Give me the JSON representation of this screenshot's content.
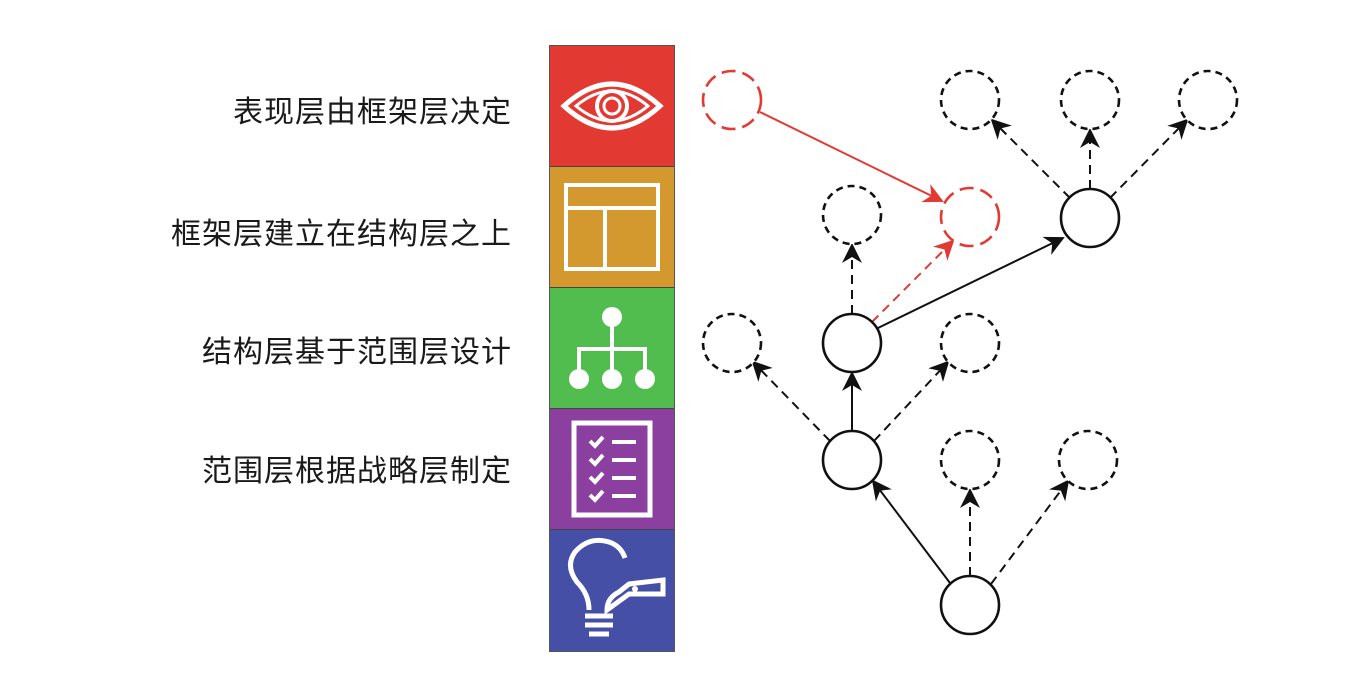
{
  "layers": [
    {
      "label": "表现层由框架层决定",
      "icon": "eye-icon",
      "color": "#e23a33"
    },
    {
      "label": "框架层建立在结构层之上",
      "icon": "layout-icon",
      "color": "#d3982e"
    },
    {
      "label": "结构层基于范围层设计",
      "icon": "hierarchy-icon",
      "color": "#51bd4e"
    },
    {
      "label": "范围层根据战略层制定",
      "icon": "checklist-icon",
      "color": "#8b3f9f"
    },
    {
      "label": "",
      "icon": "lightbulb-tag-icon",
      "color": "#444fa5"
    }
  ],
  "colors": {
    "highlight": "#e23a33",
    "node": "#111111"
  }
}
